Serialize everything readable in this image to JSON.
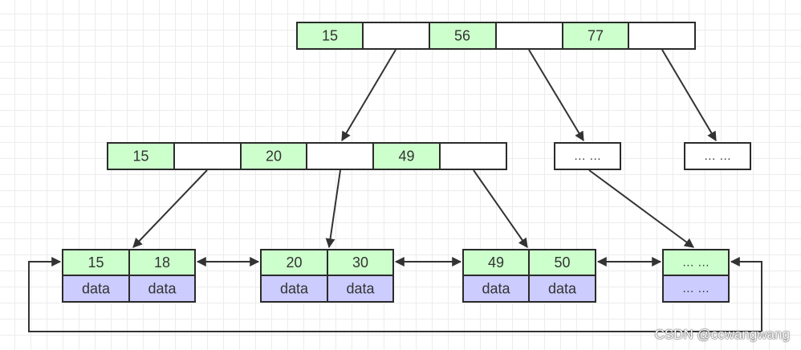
{
  "root": {
    "keys": [
      "15",
      "56",
      "77"
    ]
  },
  "internal": {
    "main": {
      "keys": [
        "15",
        "20",
        "49"
      ]
    },
    "placeholder_a": "… …",
    "placeholder_b": "… …"
  },
  "leaves": [
    {
      "keys": [
        "15",
        "18"
      ],
      "data": [
        "data",
        "data"
      ]
    },
    {
      "keys": [
        "20",
        "30"
      ],
      "data": [
        "data",
        "data"
      ]
    },
    {
      "keys": [
        "49",
        "50"
      ],
      "data": [
        "data",
        "data"
      ]
    },
    {
      "keys": [
        "… …"
      ],
      "data": [
        "… …"
      ]
    }
  ],
  "watermark": "CSDN @ccwangwang"
}
